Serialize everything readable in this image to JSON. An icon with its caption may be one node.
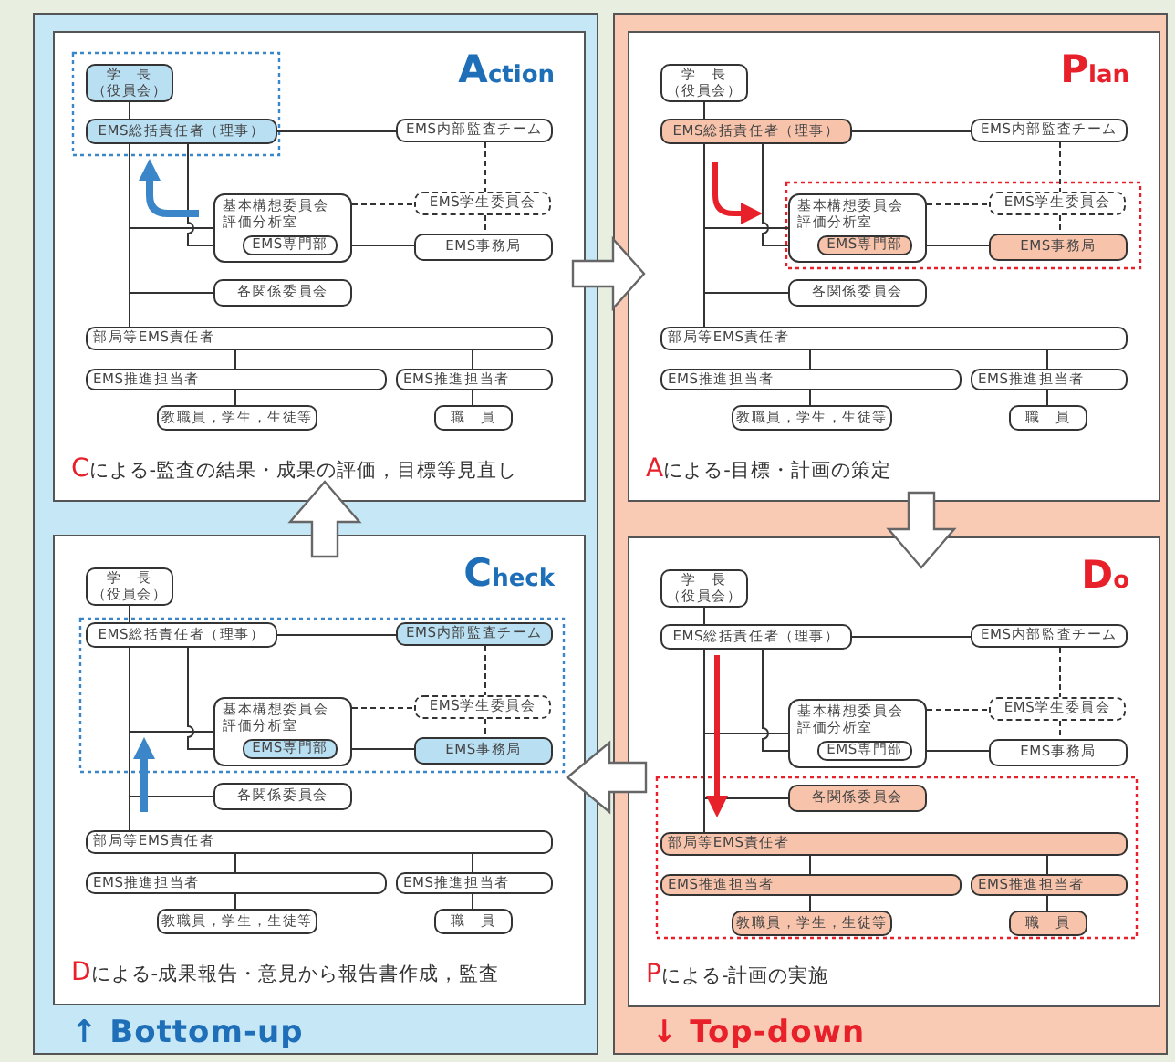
{
  "diagram": {
    "nodes": [
      {
        "text": [
          "↑ Bottom-up"
        ]
      },
      {
        "text": [
          "Action",
          "Cによる-監査の結果・成果の評価，目標等見直し"
        ],
        "in": 0
      },
      {
        "text": [
          "学　長",
          "（役員会）"
        ],
        "in": 1
      },
      {
        "text": [
          "EMS総括責任者（理事）"
        ],
        "in": 1
      },
      {
        "text": [
          "EMS内部監査チーム"
        ],
        "in": 1
      },
      {
        "text": [
          "基本構想委員会評価分析室"
        ],
        "in": 1
      },
      {
        "text": [
          "EMS専門部"
        ],
        "in": 5
      },
      {
        "text": [
          "EMS学生委員会"
        ],
        "in": 1
      },
      {
        "text": [
          "EMS事務局"
        ],
        "in": 1
      },
      {
        "text": [
          "各関係委員会"
        ],
        "in": 1
      },
      {
        "text": [
          "部局等EMS責任者"
        ],
        "in": 1
      },
      {
        "text": [
          "EMS推進担当者"
        ],
        "in": 1
      },
      {
        "text": [
          "EMS推進担当者"
        ],
        "in": 1
      },
      {
        "text": [
          "教職員，学生，生徒等"
        ],
        "in": 1
      },
      {
        "text": [
          "職　員"
        ],
        "in": 1
      },
      {
        "text": [
          "Check",
          "Dによる-成果報告・意見から報告書作成，監査"
        ],
        "in": 0
      },
      {
        "text": [
          "学　長",
          "（役員会）"
        ],
        "in": 15
      },
      {
        "text": [
          "EMS総括責任者（理事）"
        ],
        "in": 15
      },
      {
        "text": [
          "EMS内部監査チーム"
        ],
        "in": 15
      },
      {
        "text": [
          "基本構想委員会評価分析室"
        ],
        "in": 15
      },
      {
        "text": [
          "EMS専門部"
        ],
        "in": 19
      },
      {
        "text": [
          "EMS学生委員会"
        ],
        "in": 15
      },
      {
        "text": [
          "EMS事務局"
        ],
        "in": 15
      },
      {
        "text": [
          "各関係委員会"
        ],
        "in": 15
      },
      {
        "text": [
          "部局等EMS責任者"
        ],
        "in": 15
      },
      {
        "text": [
          "EMS推進担当者"
        ],
        "in": 15
      },
      {
        "text": [
          "EMS推進担当者"
        ],
        "in": 15
      },
      {
        "text": [
          "教職員，学生，生徒等"
        ],
        "in": 15
      },
      {
        "text": [
          "職　員"
        ],
        "in": 15
      },
      {
        "text": [
          "↓ Top-down"
        ]
      },
      {
        "text": [
          "Plan",
          "Aによる-目標・計画の策定"
        ],
        "in": 29
      },
      {
        "text": [
          "学　長",
          "（役員会）"
        ],
        "in": 30
      },
      {
        "text": [
          "EMS総括責任者（理事）"
        ],
        "in": 30
      },
      {
        "text": [
          "EMS内部監査チーム"
        ],
        "in": 30
      },
      {
        "text": [
          "基本構想委員会評価分析室"
        ],
        "in": 30
      },
      {
        "text": [
          "EMS専門部"
        ],
        "in": 34
      },
      {
        "text": [
          "EMS学生委員会"
        ],
        "in": 30
      },
      {
        "text": [
          "EMS事務局"
        ],
        "in": 30
      },
      {
        "text": [
          "各関係委員会"
        ],
        "in": 30
      },
      {
        "text": [
          "部局等EMS責任者"
        ],
        "in": 30
      },
      {
        "text": [
          "EMS推進担当者"
        ],
        "in": 30
      },
      {
        "text": [
          "EMS推進担当者"
        ],
        "in": 30
      },
      {
        "text": [
          "教職員，学生，生徒等"
        ],
        "in": 30
      },
      {
        "text": [
          "職　員"
        ],
        "in": 30
      },
      {
        "text": [
          "Do",
          "Pによる-計画の実施"
        ],
        "in": 29
      },
      {
        "text": [
          "学　長",
          "（役員会）"
        ],
        "in": 44
      },
      {
        "text": [
          "EMS総括責任者（理事）"
        ],
        "in": 44
      },
      {
        "text": [
          "EMS内部監査チーム"
        ],
        "in": 44
      },
      {
        "text": [
          "基本構想委員会評価分析室"
        ],
        "in": 44
      },
      {
        "text": [
          "EMS専門部"
        ],
        "in": 48
      },
      {
        "text": [
          "EMS学生委員会"
        ],
        "in": 44
      },
      {
        "text": [
          "EMS事務局"
        ],
        "in": 44
      },
      {
        "text": [
          "各関係委員会"
        ],
        "in": 44
      },
      {
        "text": [
          "部局等EMS責任者"
        ],
        "in": 44
      },
      {
        "text": [
          "EMS推進担当者"
        ],
        "in": 44
      },
      {
        "text": [
          "EMS推進担当者"
        ],
        "in": 44
      },
      {
        "text": [
          "教職員，学生，生徒等"
        ],
        "in": 44
      },
      {
        "text": [
          "職　員"
        ],
        "in": 44
      }
    ],
    "edges": [
      {
        "from": 2,
        "to": 3,
        "arrow": "none"
      },
      {
        "from": 3,
        "to": 4,
        "arrow": "none"
      },
      {
        "from": 3,
        "to": 5,
        "arrow": "none"
      },
      {
        "from": 3,
        "to": 9,
        "arrow": "none"
      },
      {
        "from": 3,
        "to": 10,
        "arrow": "none"
      },
      {
        "from": 3,
        "to": 6,
        "arrow": "none"
      },
      {
        "from": 4,
        "to": 7,
        "arrow": "none",
        "style": "dashed"
      },
      {
        "from": 5,
        "to": 7,
        "arrow": "none",
        "style": "dashed"
      },
      {
        "from": 7,
        "to": 8,
        "arrow": "none",
        "style": "dashed"
      },
      {
        "from": 6,
        "to": 8,
        "arrow": "none"
      },
      {
        "from": 10,
        "to": 11,
        "arrow": "none"
      },
      {
        "from": 10,
        "to": 12,
        "arrow": "none"
      },
      {
        "from": 11,
        "to": 13,
        "arrow": "none"
      },
      {
        "from": 12,
        "to": 14,
        "arrow": "none"
      },
      {
        "from": 16,
        "to": 17,
        "arrow": "none"
      },
      {
        "from": 17,
        "to": 18,
        "arrow": "none"
      },
      {
        "from": 17,
        "to": 19,
        "arrow": "none"
      },
      {
        "from": 17,
        "to": 23,
        "arrow": "none"
      },
      {
        "from": 17,
        "to": 24,
        "arrow": "none"
      },
      {
        "from": 17,
        "to": 20,
        "arrow": "none"
      },
      {
        "from": 18,
        "to": 21,
        "arrow": "none",
        "style": "dashed"
      },
      {
        "from": 19,
        "to": 21,
        "arrow": "none",
        "style": "dashed"
      },
      {
        "from": 21,
        "to": 22,
        "arrow": "none",
        "style": "dashed"
      },
      {
        "from": 20,
        "to": 22,
        "arrow": "none"
      },
      {
        "from": 24,
        "to": 25,
        "arrow": "none"
      },
      {
        "from": 24,
        "to": 26,
        "arrow": "none"
      },
      {
        "from": 25,
        "to": 27,
        "arrow": "none"
      },
      {
        "from": 26,
        "to": 28,
        "arrow": "none"
      },
      {
        "from": 31,
        "to": 32,
        "arrow": "none"
      },
      {
        "from": 32,
        "to": 33,
        "arrow": "none"
      },
      {
        "from": 32,
        "to": 34,
        "arrow": "none"
      },
      {
        "from": 32,
        "to": 38,
        "arrow": "none"
      },
      {
        "from": 32,
        "to": 39,
        "arrow": "none"
      },
      {
        "from": 32,
        "to": 35,
        "arrow": "none"
      },
      {
        "from": 33,
        "to": 36,
        "arrow": "none",
        "style": "dashed"
      },
      {
        "from": 34,
        "to": 36,
        "arrow": "none",
        "style": "dashed"
      },
      {
        "from": 36,
        "to": 37,
        "arrow": "none",
        "style": "dashed"
      },
      {
        "from": 35,
        "to": 37,
        "arrow": "none"
      },
      {
        "from": 39,
        "to": 40,
        "arrow": "none"
      },
      {
        "from": 39,
        "to": 41,
        "arrow": "none"
      },
      {
        "from": 40,
        "to": 42,
        "arrow": "none"
      },
      {
        "from": 41,
        "to": 43,
        "arrow": "none"
      },
      {
        "from": 45,
        "to": 46,
        "arrow": "none"
      },
      {
        "from": 46,
        "to": 47,
        "arrow": "none"
      },
      {
        "from": 46,
        "to": 48,
        "arrow": "none"
      },
      {
        "from": 46,
        "to": 52,
        "arrow": "none"
      },
      {
        "from": 46,
        "to": 53,
        "arrow": "none"
      },
      {
        "from": 46,
        "to": 49,
        "arrow": "none"
      },
      {
        "from": 47,
        "to": 50,
        "arrow": "none",
        "style": "dashed"
      },
      {
        "from": 48,
        "to": 50,
        "arrow": "none",
        "style": "dashed"
      },
      {
        "from": 50,
        "to": 51,
        "arrow": "none",
        "style": "dashed"
      },
      {
        "from": 49,
        "to": 51,
        "arrow": "none"
      },
      {
        "from": 53,
        "to": 54,
        "arrow": "none"
      },
      {
        "from": 53,
        "to": 55,
        "arrow": "none"
      },
      {
        "from": 54,
        "to": 56,
        "arrow": "none"
      },
      {
        "from": 55,
        "to": 57,
        "arrow": "none"
      },
      {
        "from": 1,
        "to": 30,
        "arrow": "to"
      },
      {
        "from": 30,
        "to": 44,
        "arrow": "to"
      },
      {
        "from": 44,
        "to": 15,
        "arrow": "to"
      },
      {
        "from": 15,
        "to": 1,
        "arrow": "to"
      }
    ]
  }
}
